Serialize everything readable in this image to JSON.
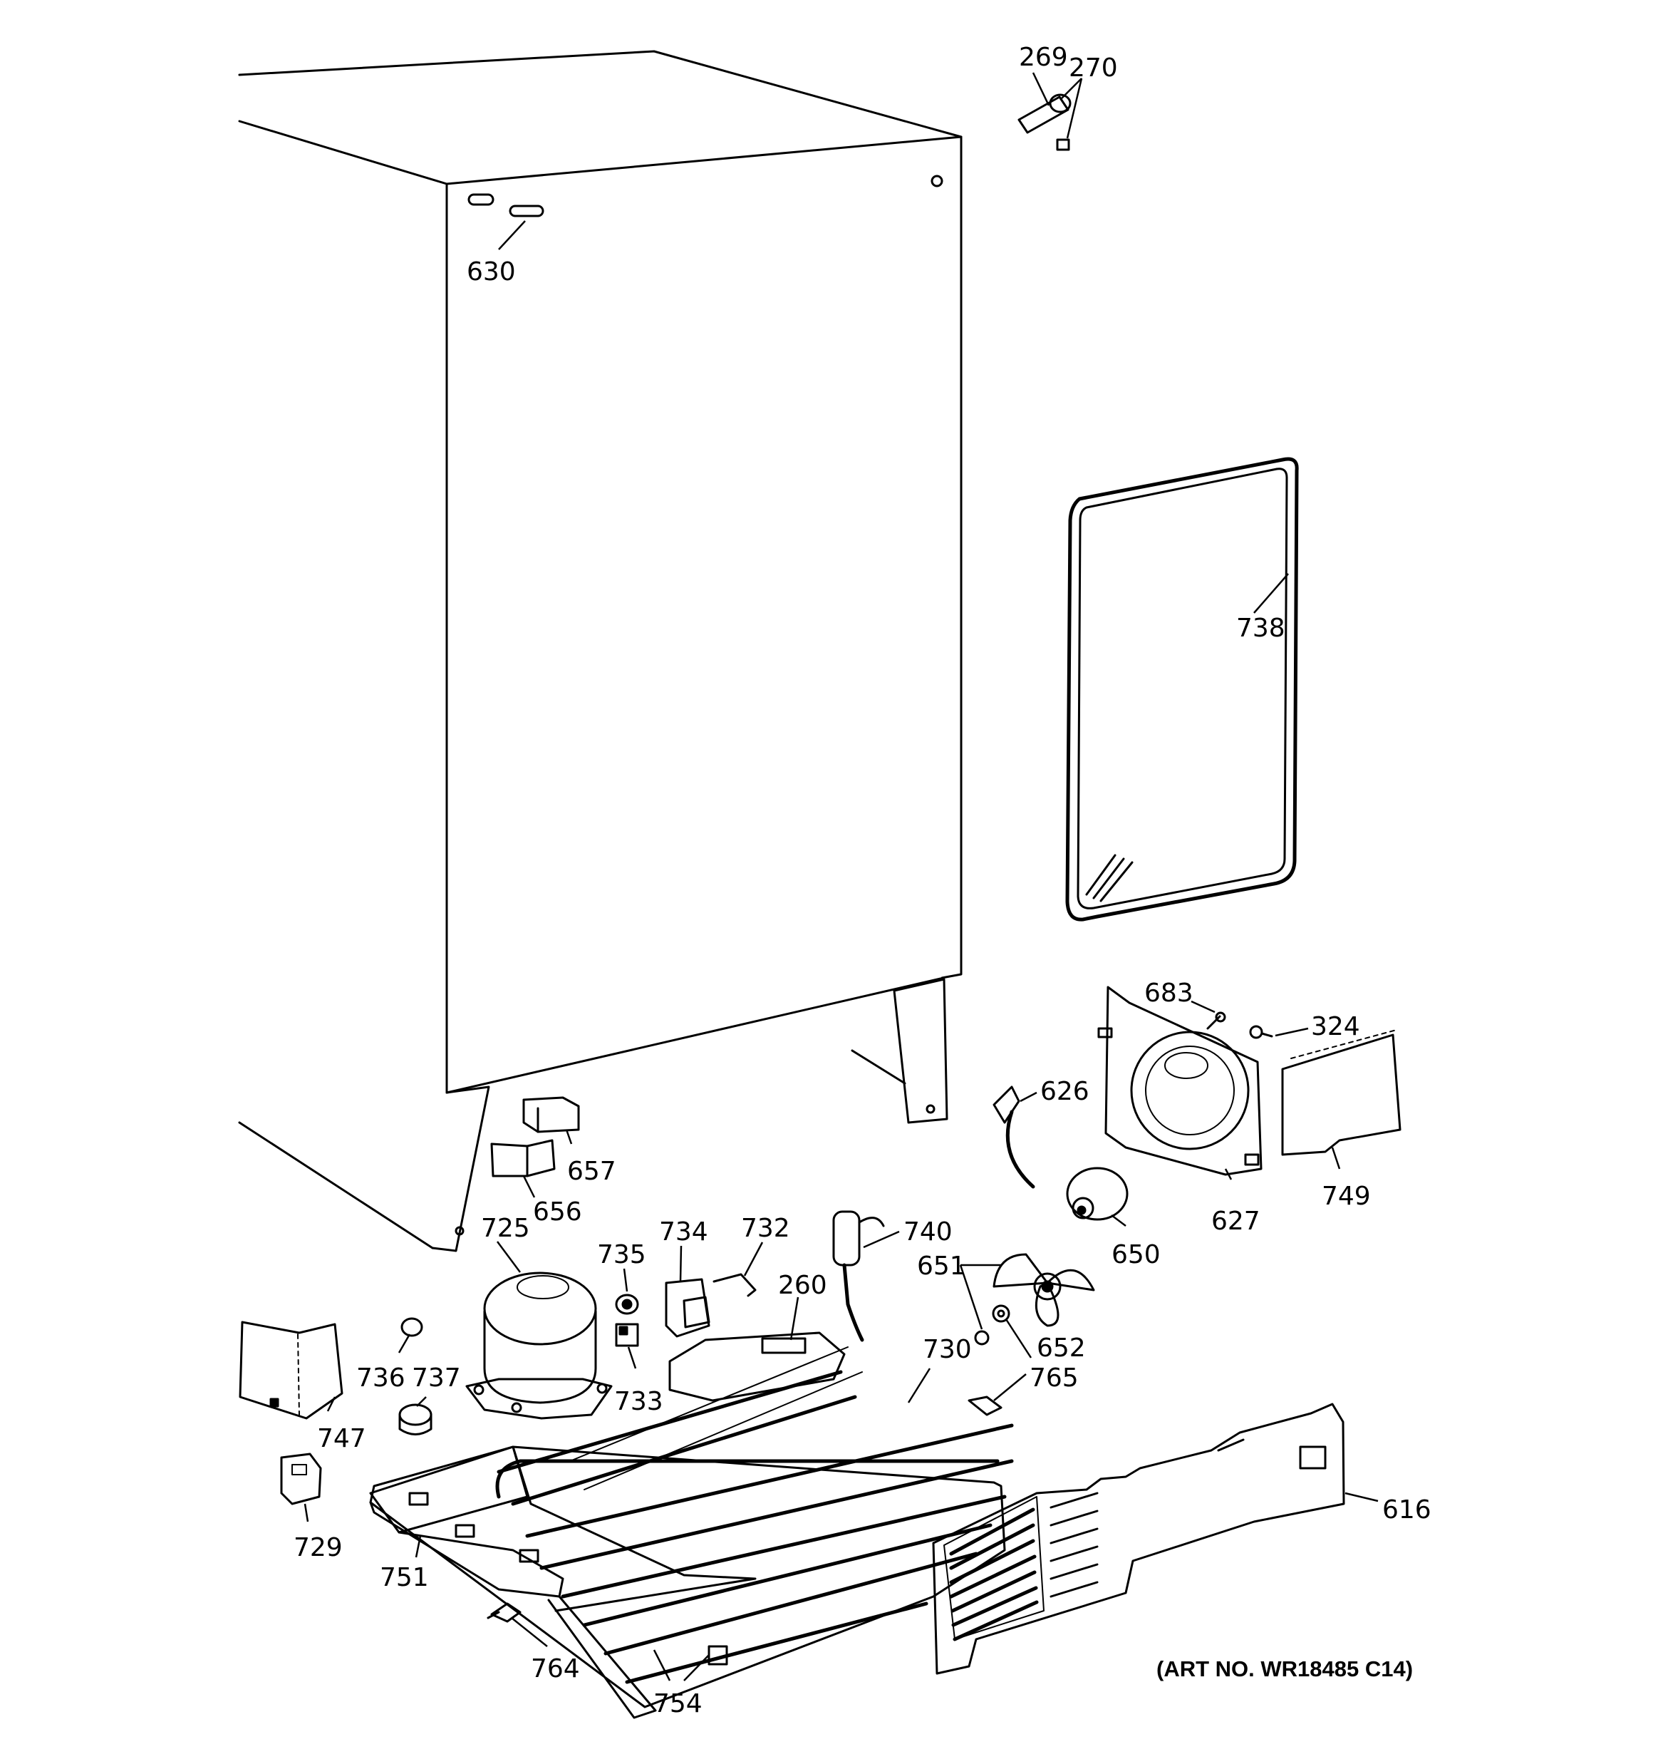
{
  "callouts": [
    {
      "id": "269",
      "text": "269"
    },
    {
      "id": "270",
      "text": "270"
    },
    {
      "id": "630",
      "text": "630"
    },
    {
      "id": "738",
      "text": "738"
    },
    {
      "id": "683",
      "text": "683"
    },
    {
      "id": "324",
      "text": "324"
    },
    {
      "id": "626",
      "text": "626"
    },
    {
      "id": "657",
      "text": "657"
    },
    {
      "id": "656",
      "text": "656"
    },
    {
      "id": "725",
      "text": "725"
    },
    {
      "id": "734",
      "text": "734"
    },
    {
      "id": "732",
      "text": "732"
    },
    {
      "id": "740",
      "text": "740"
    },
    {
      "id": "735",
      "text": "735"
    },
    {
      "id": "651",
      "text": "651"
    },
    {
      "id": "650",
      "text": "650"
    },
    {
      "id": "627",
      "text": "627"
    },
    {
      "id": "749",
      "text": "749"
    },
    {
      "id": "260",
      "text": "260"
    },
    {
      "id": "730",
      "text": "730"
    },
    {
      "id": "652",
      "text": "652"
    },
    {
      "id": "736",
      "text": "736"
    },
    {
      "id": "737",
      "text": "737"
    },
    {
      "id": "733",
      "text": "733"
    },
    {
      "id": "765",
      "text": "765"
    },
    {
      "id": "747",
      "text": "747"
    },
    {
      "id": "729",
      "text": "729"
    },
    {
      "id": "751",
      "text": "751"
    },
    {
      "id": "616",
      "text": "616"
    },
    {
      "id": "764",
      "text": "764"
    },
    {
      "id": "754",
      "text": "754"
    }
  ],
  "art_number": "(ART NO. WR18485 C14)"
}
